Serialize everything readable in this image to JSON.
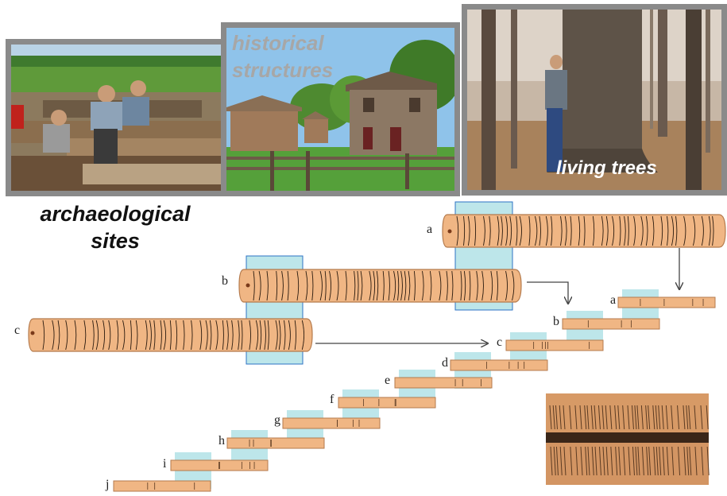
{
  "photos": {
    "archaeological": {
      "caption": "archaeological sites"
    },
    "historical": {
      "caption": "historical structures"
    },
    "living": {
      "caption": "living trees"
    }
  },
  "samples": {
    "large": [
      "a",
      "b",
      "c"
    ],
    "chain": [
      "a",
      "b",
      "c",
      "d",
      "e",
      "f",
      "g",
      "h",
      "i",
      "j"
    ]
  },
  "colors": {
    "wood": "#f0b684",
    "wood_edge": "#b47a4c",
    "overlap": "#bde6ea",
    "overlap_edge": "#2d73c4",
    "frame": "#8a8a8a"
  }
}
